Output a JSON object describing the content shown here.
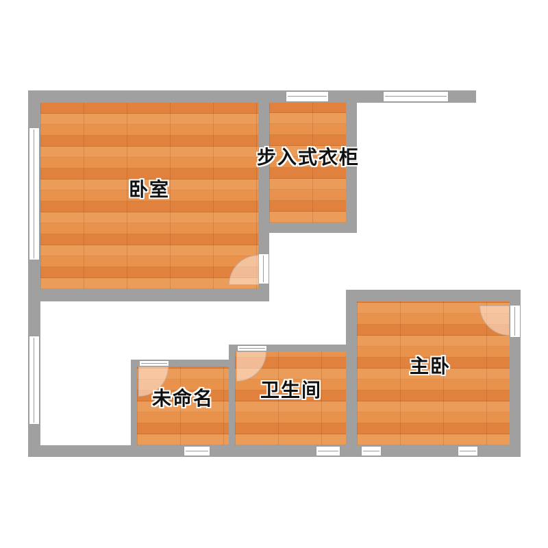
{
  "rooms": {
    "bedroom": "卧室",
    "walk_in_closet": "步入式衣柜",
    "master_bedroom": "主卧",
    "bathroom": "卫生间",
    "unnamed": "未命名"
  },
  "colors": {
    "wall": "#a0a0a0",
    "floor": "#e58a45",
    "window": "#ffffff"
  }
}
